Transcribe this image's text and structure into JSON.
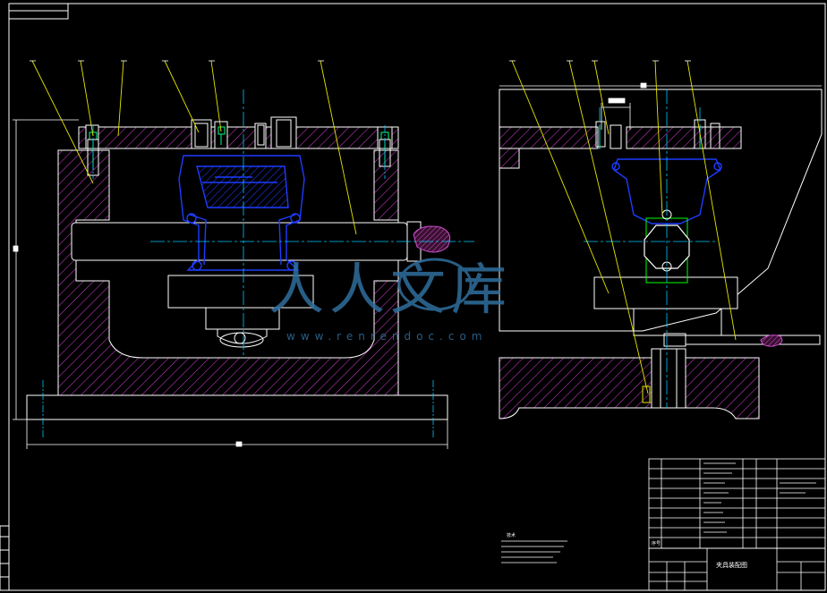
{
  "watermark": {
    "brand_text": "人人文库",
    "site_text": "www.renrendoc.com",
    "color": "#2f6f9e"
  },
  "notes": {
    "heading": "技术"
  },
  "title_block": {
    "drawing_title": "夹具装配图",
    "parts_list_caption": "序号"
  },
  "colors": {
    "outline": "#ffffff",
    "hatch": "#c83cc8",
    "workpiece": "#1e3cff",
    "centerline": "#00c8ff",
    "leader": "#e6e600",
    "dimension": "#ffffff",
    "fastener": "#00ff80",
    "accent": "#ff3030"
  }
}
